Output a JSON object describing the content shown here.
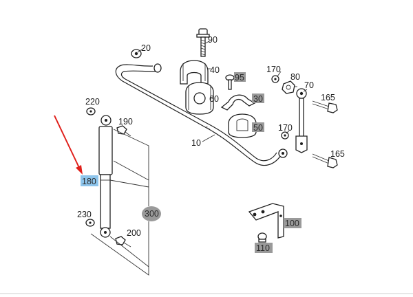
{
  "colors": {
    "highlight": "#8ec5ec",
    "grey_tag": "#9a9a9a",
    "arrow": "#e0201b"
  },
  "labels": {
    "p10": "10",
    "p20": "20",
    "p30": "30",
    "p40": "40",
    "p50": "50",
    "p60": "60",
    "p70": "70",
    "p80": "80",
    "p90": "90",
    "p95": "95",
    "p100": "100",
    "p110": "110",
    "p165a": "165",
    "p165b": "165",
    "p170a": "170",
    "p170b": "170",
    "p180": "180",
    "p190": "190",
    "p200": "200",
    "p220": "220",
    "p230": "230",
    "p300": "300"
  }
}
